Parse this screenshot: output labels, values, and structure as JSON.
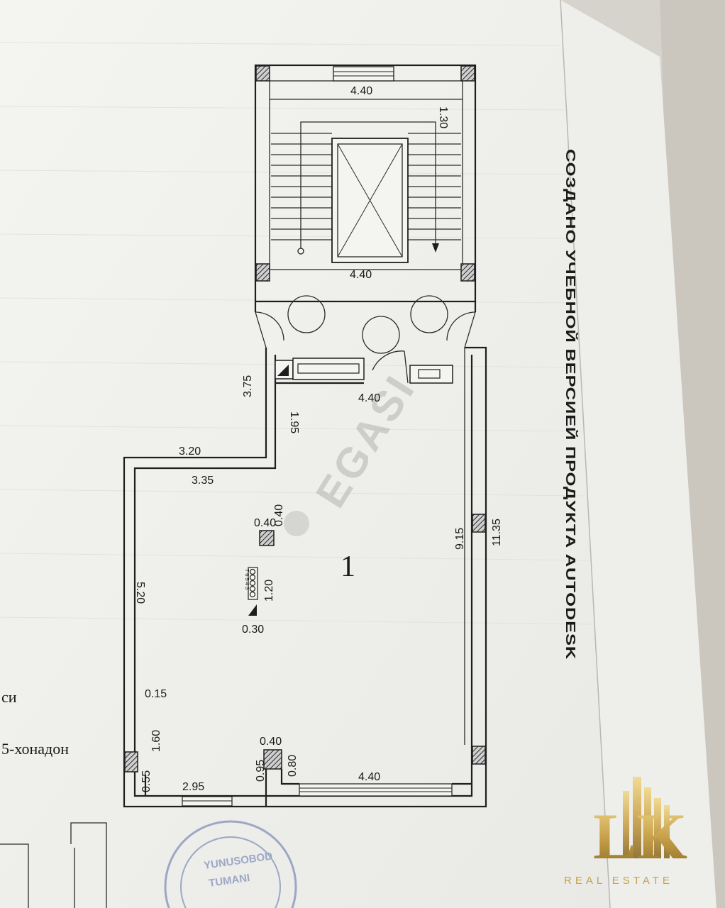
{
  "plan": {
    "top_width_label": "4.40",
    "top_depth_label": "1.30",
    "stair_width_label": "4.40",
    "corridor_label": "3.75",
    "entry_width_label": "4.40",
    "notch_label": "1.95",
    "left_top_label_outer": "3.20",
    "left_top_label_inner": "3.35",
    "column_size_a": "0.40",
    "column_size_b": "0.40",
    "room_number": "1",
    "inner_height_label": "9.15",
    "outer_height_label": "11.35",
    "left_height_label": "5.20",
    "vent_numbers": "7 6 5 4 3",
    "vent_height_label": "1.20",
    "vent_width_label": "0.30",
    "wall_thickness_label": "0.15",
    "left_low_label": "1.60",
    "bottom_col_label": "0.40",
    "bottom_left_label": "0.55",
    "bottom_window_label": "2.95",
    "bottom_mid_a": "0.95",
    "bottom_mid_b": "0.80",
    "bottom_right_label": "4.40"
  },
  "page_text": {
    "side_note": "СОЗДАНО УЧЕБНОЙ ВЕРСИЕЙ ПРОДУКТА AUTODESK",
    "left_fragment_1": "си",
    "left_fragment_2": "5-хонадон"
  },
  "watermark": {
    "text": "EGASI"
  },
  "stamp": {
    "line1": "YUNUSOBOD",
    "line2": "TUMANI"
  },
  "logo": {
    "letters": "LK",
    "subtitle": "REAL ESTATE",
    "color": "#c9a24a"
  }
}
